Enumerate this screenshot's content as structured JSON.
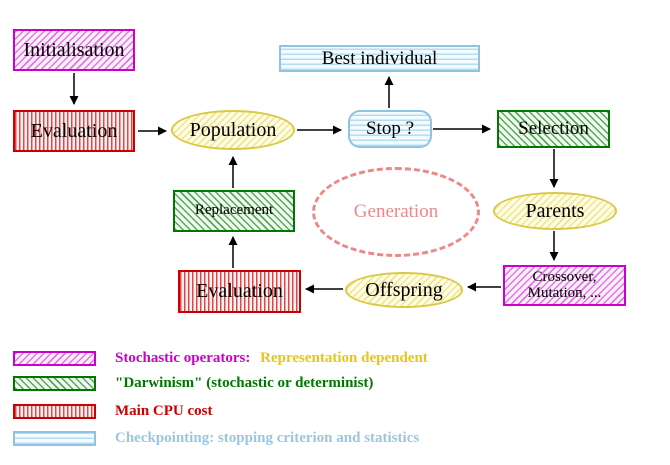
{
  "nodes": {
    "initialisation": {
      "label": "Initialisation"
    },
    "evaluation_top": {
      "label": "Evaluation"
    },
    "population": {
      "label": "Population"
    },
    "best_individual": {
      "label": "Best individual"
    },
    "stop": {
      "label": "Stop ?"
    },
    "selection": {
      "label": "Selection"
    },
    "parents": {
      "label": "Parents"
    },
    "crossover_mutation": {
      "line1": "Crossover,",
      "line2": "Mutation, ..."
    },
    "offspring": {
      "label": "Offspring"
    },
    "evaluation_bottom": {
      "label": "Evaluation"
    },
    "replacement": {
      "label": "Replacement"
    },
    "generation": {
      "label": "Generation"
    }
  },
  "legend": [
    {
      "name": "stochastic-operators",
      "text": "Stochastic operators:",
      "text2": "Representation dependent"
    },
    {
      "name": "darwinism",
      "text": "\"Darwinism\" (stochastic or determinist)"
    },
    {
      "name": "main-cpu-cost",
      "text": "Main CPU cost"
    },
    {
      "name": "checkpointing",
      "text": "Checkpointing: stopping criterion and statistics"
    }
  ],
  "colors": {
    "magenta": "#cc00cc",
    "green": "#007700",
    "red": "#cc0000",
    "cyan": "#99c6e2",
    "legend_yellow": "#e6c619",
    "salmon": "#ee8888",
    "arrow": "#000000"
  }
}
